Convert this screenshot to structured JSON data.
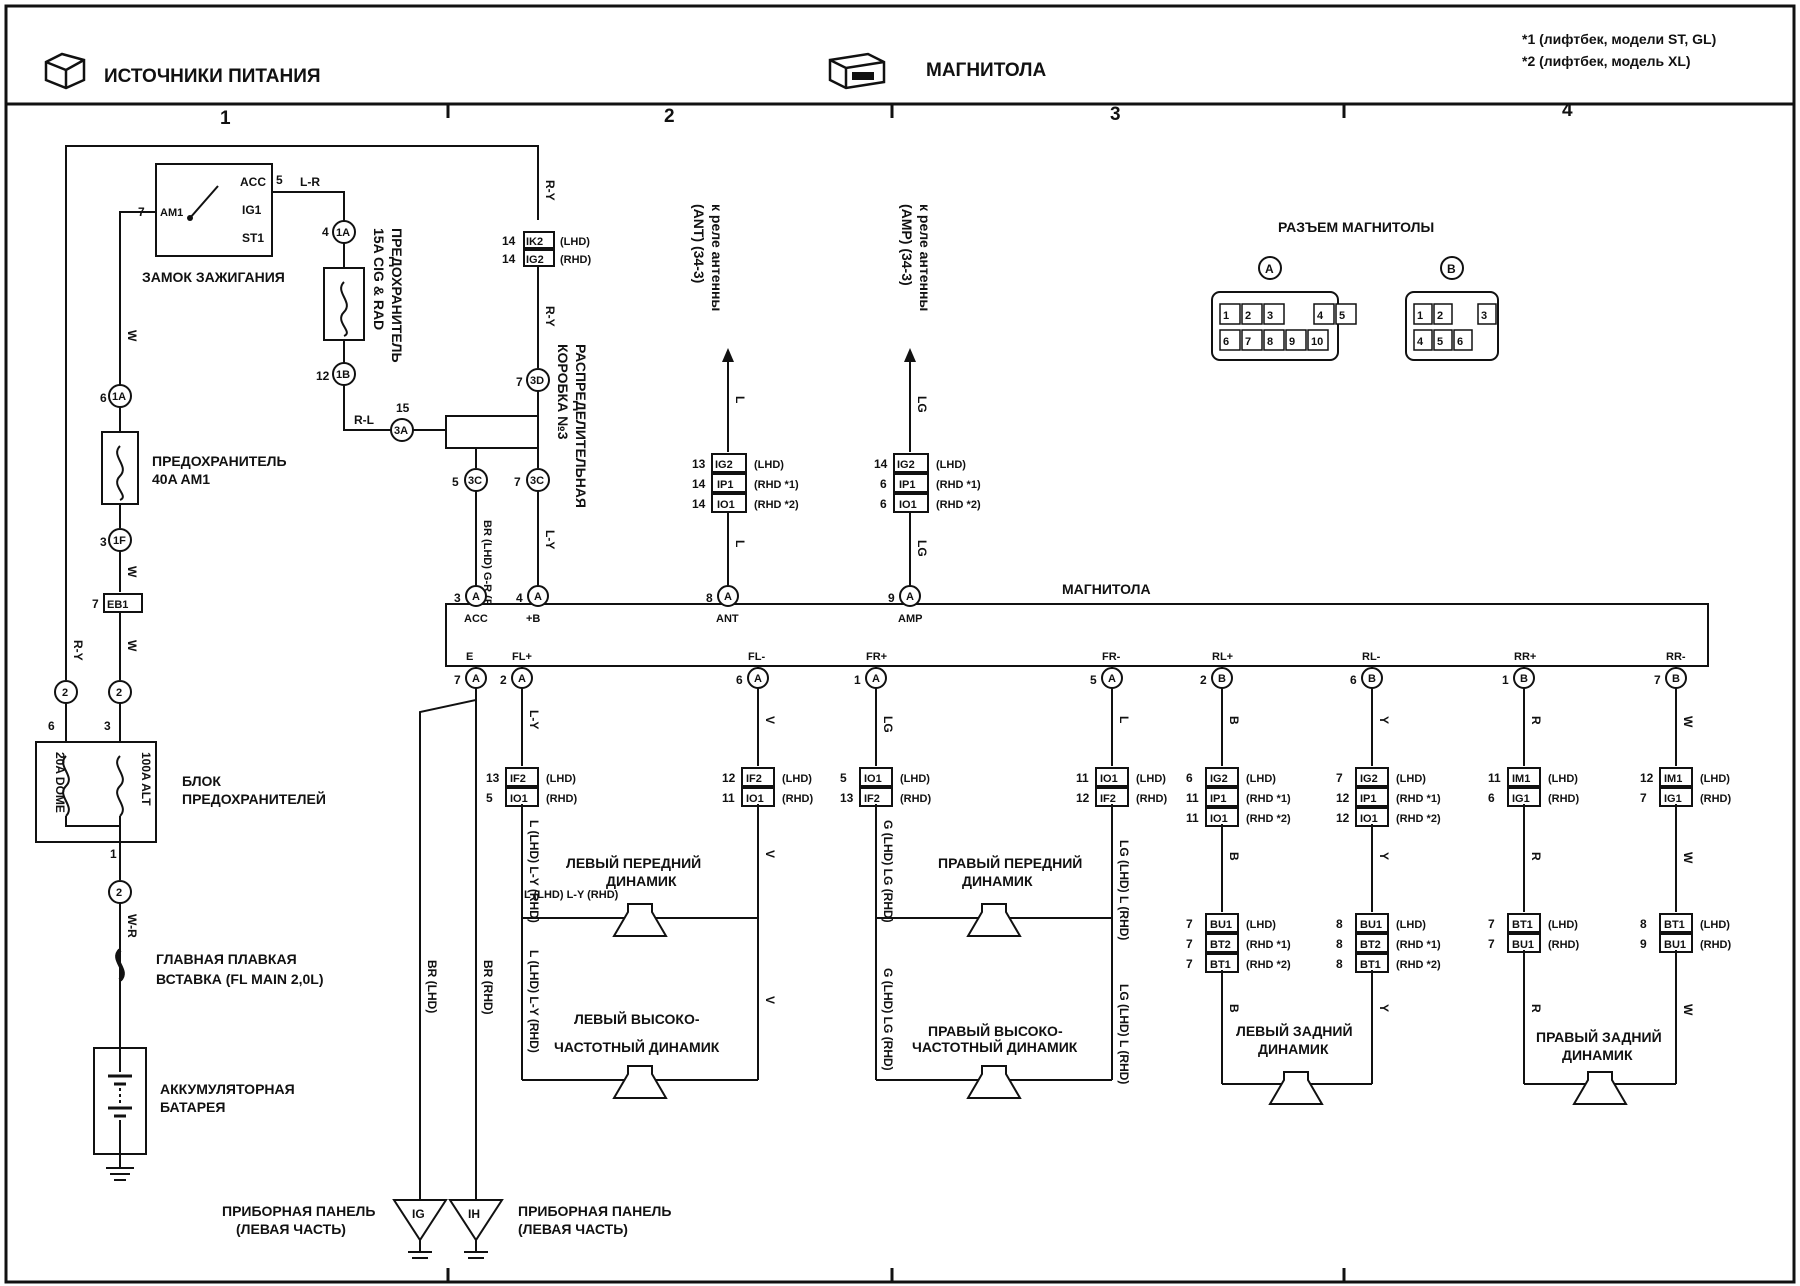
{
  "header": {
    "left_title": "ИСТОЧНИКИ ПИТАНИЯ",
    "center_title": "МАГНИТОЛА",
    "note1": "*1 (лифтбек, модели ST, GL)",
    "note2": "*2 (лифтбек, модель XL)"
  },
  "columns": [
    "1",
    "2",
    "3",
    "4"
  ],
  "components": {
    "ignition": "ЗАМОК ЗАЖИГАНИЯ",
    "ign_acc": "ACC",
    "ign_ig1": "IG1",
    "ign_st1": "ST1",
    "ign_am1": "AM1",
    "fuse_cig_l1": "ПРЕДОХРАНИТЕЛЬ",
    "fuse_cig_l2": "15A CIG & RAD",
    "fuse_am1_l1": "ПРЕДОХРАНИТЕЛЬ",
    "fuse_am1_l2": "40A AM1",
    "dist_box_l1": "РАСПРЕДЕЛИТЕЛЬНАЯ",
    "dist_box_l2": "КОРОБКА №3",
    "fuse_block_l1": "БЛОК",
    "fuse_block_l2": "ПРЕДОХРАНИТЕЛЕЙ",
    "fuse_dome": "20A DOME",
    "fuse_alt": "100A ALT",
    "main_fuse_l1": "ГЛАВНАЯ ПЛАВКАЯ",
    "main_fuse_l2": "ВСТАВКА (FL MAIN 2,0L)",
    "battery_l1": "АККУМУЛЯТОРНАЯ",
    "battery_l2": "БАТАРЕЯ",
    "ground_l1": "ПРИБОРНАЯ ПАНЕЛЬ",
    "ground_l2": "(ЛЕВАЯ ЧАСТЬ)",
    "ground_ig": "IG",
    "ground_ih": "IH",
    "ant_relay_l1": "к реле антенны",
    "ant_relay_l2": "(ANT) (34-3)",
    "amp_relay_l1": "к реле антенны",
    "amp_relay_l2": "(AMP) (34-3)",
    "radio": "МАГНИТОЛА",
    "connector_title": "РАЗЪЕМ МАГНИТОЛЫ",
    "conn_a": "A",
    "conn_b": "B",
    "lf_speaker_l1": "ЛЕВЫЙ ПЕРЕДНИЙ",
    "lf_speaker_l2": "ДИНАМИК",
    "rf_speaker_l1": "ПРАВЫЙ ПЕРЕДНИЙ",
    "rf_speaker_l2": "ДИНАМИК",
    "lt_speaker_l1": "ЛЕВЫЙ ВЫСОКО-",
    "lt_speaker_l2": "ЧАСТОТНЫЙ ДИНАМИК",
    "rt_speaker_l1": "ПРАВЫЙ ВЫСОКО-",
    "rt_speaker_l2": "ЧАСТОТНЫЙ ДИНАМИК",
    "lr_speaker_l1": "ЛЕВЫЙ ЗАДНИЙ",
    "lr_speaker_l2": "ДИНАМИК",
    "rr_speaker_l1": "ПРАВЫЙ ЗАДНИЙ",
    "rr_speaker_l2": "ДИНАМИК"
  },
  "radio_pins_top": [
    {
      "num": "3",
      "conn": "A",
      "label": "ACC"
    },
    {
      "num": "4",
      "conn": "A",
      "label": "+B"
    },
    {
      "num": "8",
      "conn": "A",
      "label": "ANT"
    },
    {
      "num": "9",
      "conn": "A",
      "label": "AMP"
    }
  ],
  "radio_pins_bottom": [
    {
      "num": "7",
      "conn": "A",
      "label": "E"
    },
    {
      "num": "2",
      "conn": "A",
      "label": "FL+"
    },
    {
      "num": "6",
      "conn": "A",
      "label": "FL-"
    },
    {
      "num": "1",
      "conn": "A",
      "label": "FR+"
    },
    {
      "num": "5",
      "conn": "A",
      "label": "FR-"
    },
    {
      "num": "2",
      "conn": "B",
      "label": "RL+"
    },
    {
      "num": "6",
      "conn": "B",
      "label": "RL-"
    },
    {
      "num": "1",
      "conn": "B",
      "label": "RR+"
    },
    {
      "num": "7",
      "conn": "B",
      "label": "RR-"
    }
  ],
  "connector_a_pins": [
    "1",
    "2",
    "3",
    "4",
    "5",
    "6",
    "7",
    "8",
    "9",
    "10"
  ],
  "connector_b_pins": [
    "1",
    "2",
    "3",
    "4",
    "5",
    "6"
  ],
  "wires": {
    "w": "W",
    "r_y": "R-Y",
    "l_r": "L-R",
    "r_l": "R-L",
    "w_r": "W-R",
    "l": "L",
    "lg": "LG",
    "l_y": "L-Y",
    "v": "V",
    "b": "B",
    "y": "Y",
    "r": "R",
    "br_lhd": "BR (LHD)",
    "br_rhd": "BR (RHD)",
    "br_gr": "BR (LHD) G-R (RHD)",
    "l_lhd_ly_rhd": "L (LHD) L-Y (RHD)",
    "g_lhd_lg_rhd": "G (LHD) LG (RHD)",
    "lg_lhd_l_rhd": "LG (LHD) L (RHD)"
  },
  "tags": {
    "lhd": "(LHD)",
    "rhd": "(RHD)",
    "rhd1": "(RHD *1)",
    "rhd2": "(RHD *2)"
  }
}
